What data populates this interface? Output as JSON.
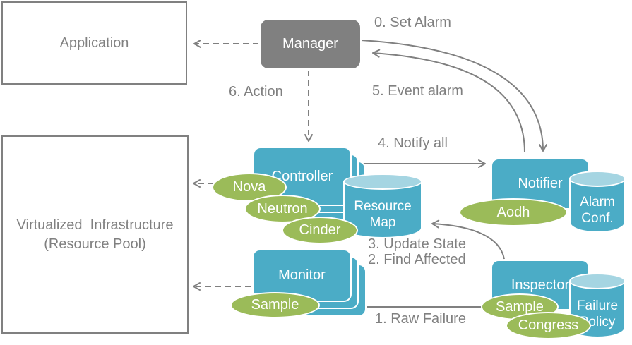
{
  "colors": {
    "shape_blue": "#4BACC6",
    "cylinder_top_blue": "#A5D5E2",
    "shape_green": "#9BBB59",
    "manager_gray": "#808080",
    "text_gray": "#808080",
    "shape_text_white": "#ffffff"
  },
  "boxes": {
    "application": {
      "label": "Application"
    },
    "virtualized_infrastructure": {
      "label": "Virtualized  Infrastructure\n(Resource Pool)"
    },
    "manager": {
      "label": "Manager"
    },
    "controller": {
      "label": "Controller"
    },
    "monitor": {
      "label": "Monitor"
    },
    "notifier": {
      "label": "Notifier"
    },
    "inspector": {
      "label": "Inspector"
    }
  },
  "datastores": {
    "resource_map": {
      "label": "Resource\nMap"
    },
    "alarm_conf": {
      "label": "Alarm\nConf."
    },
    "failure_policy": {
      "label": "Failure\nPolicy"
    }
  },
  "ellipses": {
    "nova": {
      "label": "Nova"
    },
    "neutron": {
      "label": "Neutron"
    },
    "cinder": {
      "label": "Cinder"
    },
    "aodh": {
      "label": "Aodh"
    },
    "monitor_sample": {
      "label": "Sample"
    },
    "inspector_sample": {
      "label": "Sample"
    },
    "congress": {
      "label": "Congress"
    }
  },
  "flow_labels": {
    "set_alarm": "0. Set Alarm",
    "raw_failure": "1. Raw Failure",
    "find_affected": "2. Find Affected",
    "update_state": "3. Update State",
    "notify_all": "4. Notify all",
    "event_alarm": "5. Event alarm",
    "action": "6. Action"
  }
}
